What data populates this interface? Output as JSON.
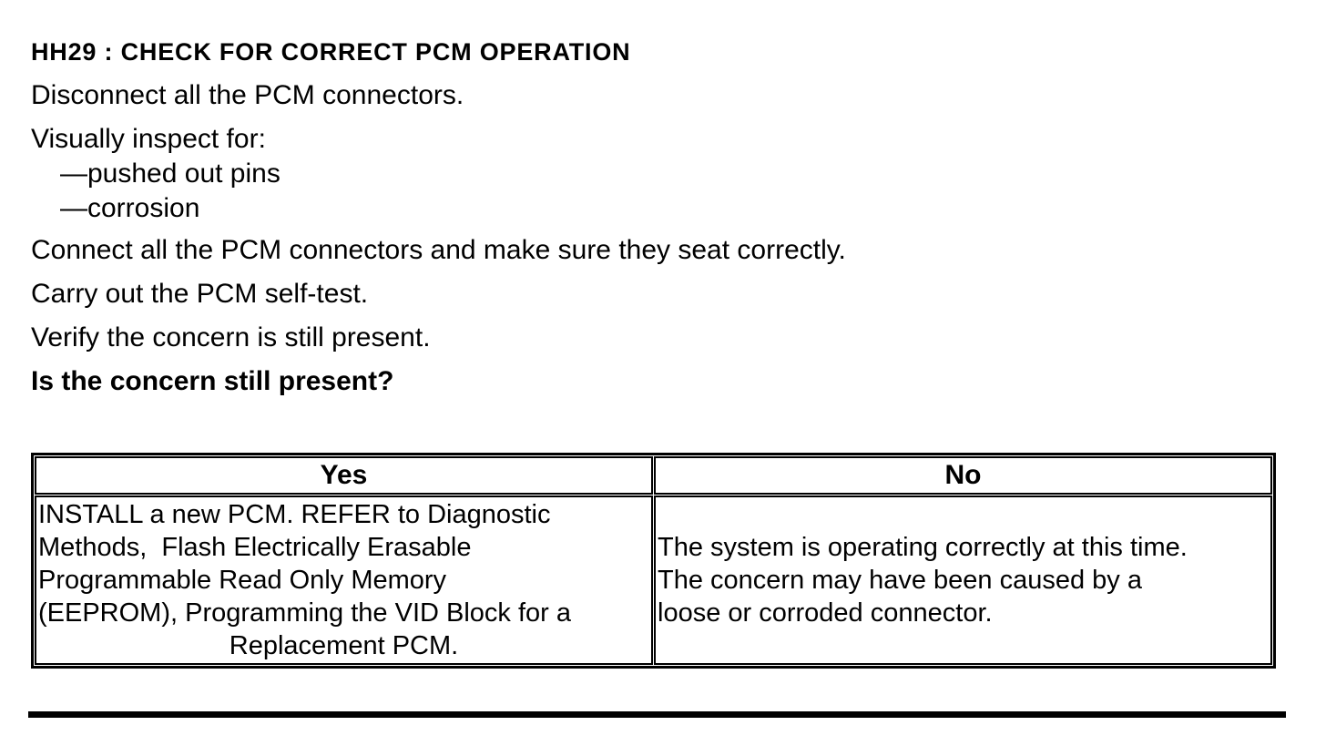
{
  "page": {
    "title": "HH29 : CHECK FOR CORRECT PCM OPERATION",
    "steps": [
      "Disconnect all the PCM connectors.",
      "Visually inspect for:",
      "—pushed out pins",
      "—corrosion",
      "Connect all the PCM connectors and make sure they seat correctly.",
      "Carry out the PCM self-test.",
      "Verify the concern is still present."
    ],
    "question": "Is the concern still present?"
  },
  "table": {
    "headers": {
      "yes": "Yes",
      "no": "No"
    },
    "yes_cell": {
      "lines": [
        "INSTALL a new PCM. REFER to Diagnostic",
        "Methods,  Flash Electrically Erasable",
        "Programmable Read Only Memory",
        "(EEPROM), Programming the VID Block for a"
      ],
      "last_line": "Replacement PCM."
    },
    "no_cell": {
      "lines": [
        "The system is operating correctly at this time.",
        "The concern may have been caused by a",
        "loose or corroded connector."
      ]
    }
  },
  "colors": {
    "text": "#000000",
    "background": "#ffffff",
    "border": "#000000"
  }
}
